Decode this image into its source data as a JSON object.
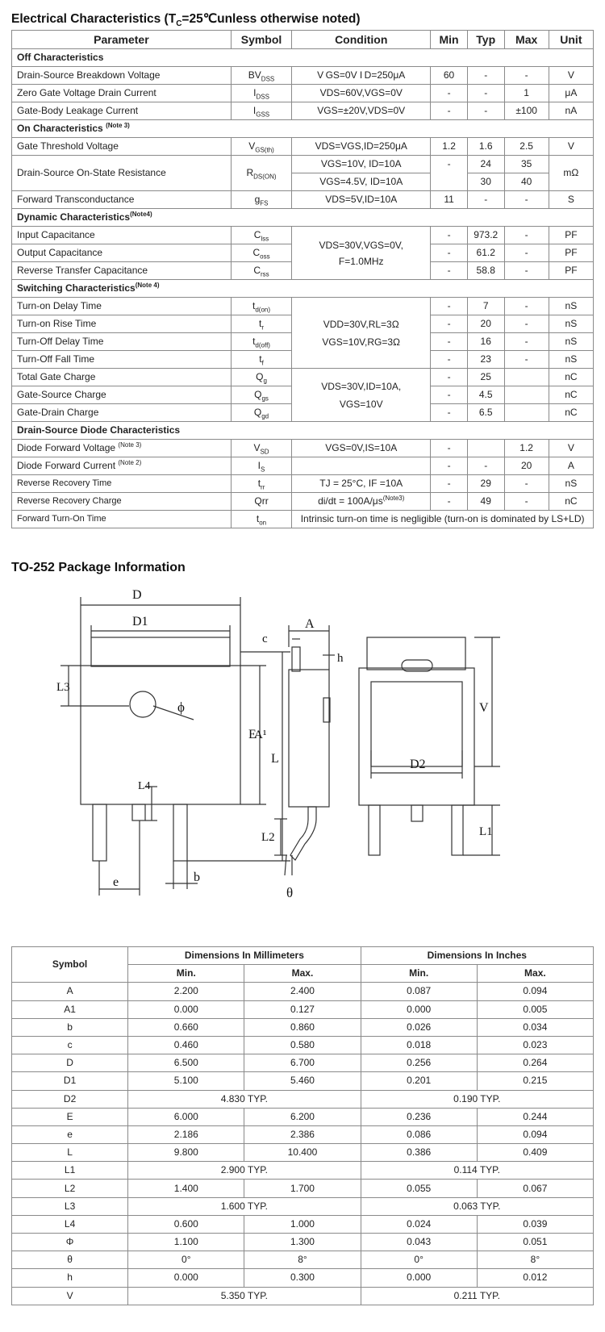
{
  "electrical": {
    "title_prefix": "Electrical Characteristics (T",
    "title_sub": "C",
    "title_suffix": "=25℃unless otherwise noted)",
    "headers": [
      "Parameter",
      "Symbol",
      "Condition",
      "Min",
      "Typ",
      "Max",
      "Unit"
    ],
    "sections": {
      "off": "Off Characteristics",
      "on": "On Characteristics",
      "on_note": "(Note 3)",
      "dynamic": "Dynamic Characteristics",
      "dynamic_note": "(Note4)",
      "switching": "Switching Characteristics",
      "switching_note": "(Note 4)",
      "diode": "Drain-Source Diode Characteristics"
    },
    "rows": {
      "bvdss": {
        "param": "Drain-Source Breakdown Voltage",
        "sym": "BV",
        "sym_sub": "DSS",
        "cond": "V GS=0V I D=250μA",
        "min": "60",
        "typ": "-",
        "max": "-",
        "unit": "V"
      },
      "idss": {
        "param": "Zero Gate Voltage Drain Current",
        "sym": "I",
        "sym_sub": "DSS",
        "cond": "VDS=60V,VGS=0V",
        "min": "-",
        "typ": "-",
        "max": "1",
        "unit": "μA"
      },
      "igss": {
        "param": "Gate-Body Leakage Current",
        "sym": "I",
        "sym_sub": "GSS",
        "cond": "VGS=±20V,VDS=0V",
        "min": "-",
        "typ": "-",
        "max": "±100",
        "unit": "nA"
      },
      "vth": {
        "param": "Gate Threshold Voltage",
        "sym": "V",
        "sym_sub": "GS(th)",
        "cond": "VDS=VGS,ID=250μA",
        "min": "1.2",
        "typ": "1.6",
        "max": "2.5",
        "unit": "V"
      },
      "rds": {
        "param": "Drain-Source On-State Resistance",
        "sym": "R",
        "sym_sub": "DS(ON)",
        "cond1": "VGS=10V, ID=10A",
        "cond2": "VGS=4.5V, ID=10A",
        "min": "-",
        "typ1": "24",
        "max1": "35",
        "typ2": "30",
        "max2": "40",
        "unit": "mΩ"
      },
      "gfs": {
        "param": "Forward Transconductance",
        "sym": "g",
        "sym_sub": "FS",
        "cond": "VDS=5V,ID=10A",
        "min": "11",
        "typ": "-",
        "max": "-",
        "unit": "S"
      },
      "ciss": {
        "param": "Input Capacitance",
        "sym": "C",
        "sym_sub": "lss",
        "min": "-",
        "typ": "973.2",
        "max": "-",
        "unit": "PF"
      },
      "coss": {
        "param": "Output Capacitance",
        "sym": "C",
        "sym_sub": "oss",
        "min": "-",
        "typ": "61.2",
        "max": "-",
        "unit": "PF"
      },
      "crss": {
        "param": "Reverse Transfer Capacitance",
        "sym": "C",
        "sym_sub": "rss",
        "min": "-",
        "typ": "58.8",
        "max": "-",
        "unit": "PF"
      },
      "cap_cond1": "VDS=30V,VGS=0V,",
      "cap_cond2": "F=1.0MHz",
      "tdon": {
        "param": "Turn-on Delay Time",
        "sym": "t",
        "sym_sub": "d(on)",
        "min": "-",
        "typ": "7",
        "max": "-",
        "unit": "nS"
      },
      "tr": {
        "param": "Turn-on Rise Time",
        "sym": "t",
        "sym_sub": "r",
        "min": "-",
        "typ": "20",
        "max": "-",
        "unit": "nS"
      },
      "tdoff": {
        "param": "Turn-Off Delay Time",
        "sym": "t",
        "sym_sub": "d(off)",
        "min": "-",
        "typ": "16",
        "max": "-",
        "unit": "nS"
      },
      "tf": {
        "param": "Turn-Off Fall Time",
        "sym": "t",
        "sym_sub": "f",
        "min": "-",
        "typ": "23",
        "max": "-",
        "unit": "nS"
      },
      "sw_cond1": "VDD=30V,RL=3Ω",
      "sw_cond2": "VGS=10V,RG=3Ω",
      "qg": {
        "param": "Total Gate Charge",
        "sym": "Q",
        "sym_sub": "g",
        "min": "-",
        "typ": "25",
        "max": "",
        "unit": "nC"
      },
      "qgs": {
        "param": "Gate-Source Charge",
        "sym": "Q",
        "sym_sub": "gs",
        "min": "-",
        "typ": "4.5",
        "max": "",
        "unit": "nC"
      },
      "qgd": {
        "param": "Gate-Drain Charge",
        "sym": "Q",
        "sym_sub": "gd",
        "min": "-",
        "typ": "6.5",
        "max": "",
        "unit": "nC"
      },
      "q_cond1": "VDS=30V,ID=10A,",
      "q_cond2": "VGS=10V",
      "vsd": {
        "param": "Diode Forward Voltage",
        "note": "(Note 3)",
        "sym": "V",
        "sym_sub": "SD",
        "cond": "VGS=0V,IS=10A",
        "min": "-",
        "typ": "",
        "max": "1.2",
        "unit": "V"
      },
      "is": {
        "param": "Diode Forward Current",
        "note": "(Note 2)",
        "sym": "I",
        "sym_sub": "S",
        "cond": "",
        "min": "-",
        "typ": "-",
        "max": "20",
        "unit": "A"
      },
      "trr": {
        "param": "Reverse Recovery Time",
        "sym": "t",
        "sym_sub": "rr",
        "cond": "TJ = 25°C, IF =10A",
        "min": "-",
        "typ": "29",
        "max": "-",
        "unit": "nS"
      },
      "qrr": {
        "param": "Reverse Recovery Charge",
        "sym": "Qrr",
        "cond": "di/dt = 100A/μs",
        "cond_note": "(Note3)",
        "min": "-",
        "typ": "49",
        "max": "-",
        "unit": "nC"
      },
      "ton": {
        "param": "Forward Turn-On Time",
        "sym": "t",
        "sym_sub": "on",
        "cond": "Intrinsic turn-on time is negligible (turn-on is dominated by LS+LD)"
      }
    }
  },
  "package": {
    "title": "TO-252 Package Information",
    "labels": {
      "D": "D",
      "D1": "D1",
      "L3": "L3",
      "phi": "ϕ",
      "E": "E",
      "L": "L",
      "L4": "L4",
      "e": "e",
      "b": "b",
      "A": "A",
      "c": "c",
      "h": "h",
      "A1": "A¹",
      "L2": "L2",
      "theta": "θ",
      "V": "V",
      "D2": "D2",
      "L1": "L1"
    }
  },
  "dimensions": {
    "symbol_header": "Symbol",
    "mm_header": "Dimensions In Millimeters",
    "in_header": "Dimensions In Inches",
    "min": "Min.",
    "max": "Max.",
    "rows": [
      {
        "sym": "A",
        "mm_min": "2.200",
        "mm_max": "2.400",
        "in_min": "0.087",
        "in_max": "0.094"
      },
      {
        "sym": "A1",
        "mm_min": "0.000",
        "mm_max": "0.127",
        "in_min": "0.000",
        "in_max": "0.005"
      },
      {
        "sym": "b",
        "mm_min": "0.660",
        "mm_max": "0.860",
        "in_min": "0.026",
        "in_max": "0.034"
      },
      {
        "sym": "c",
        "mm_min": "0.460",
        "mm_max": "0.580",
        "in_min": "0.018",
        "in_max": "0.023"
      },
      {
        "sym": "D",
        "mm_min": "6.500",
        "mm_max": "6.700",
        "in_min": "0.256",
        "in_max": "0.264"
      },
      {
        "sym": "D1",
        "mm_min": "5.100",
        "mm_max": "5.460",
        "in_min": "0.201",
        "in_max": "0.215"
      },
      {
        "sym": "D2",
        "mm_typ": "4.830 TYP.",
        "in_typ": "0.190 TYP."
      },
      {
        "sym": "E",
        "mm_min": "6.000",
        "mm_max": "6.200",
        "in_min": "0.236",
        "in_max": "0.244"
      },
      {
        "sym": "e",
        "mm_min": "2.186",
        "mm_max": "2.386",
        "in_min": "0.086",
        "in_max": "0.094"
      },
      {
        "sym": "L",
        "mm_min": "9.800",
        "mm_max": "10.400",
        "in_min": "0.386",
        "in_max": "0.409"
      },
      {
        "sym": "L1",
        "mm_typ": "2.900 TYP.",
        "in_typ": "0.114 TYP."
      },
      {
        "sym": "L2",
        "mm_min": "1.400",
        "mm_max": "1.700",
        "in_min": "0.055",
        "in_max": "0.067"
      },
      {
        "sym": "L3",
        "mm_typ": "1.600 TYP.",
        "in_typ": "0.063 TYP."
      },
      {
        "sym": "L4",
        "mm_min": "0.600",
        "mm_max": "1.000",
        "in_min": "0.024",
        "in_max": "0.039"
      },
      {
        "sym": "Φ",
        "mm_min": "1.100",
        "mm_max": "1.300",
        "in_min": "0.043",
        "in_max": "0.051"
      },
      {
        "sym": "θ",
        "mm_min": "0°",
        "mm_max": "8°",
        "in_min": "0°",
        "in_max": "8°"
      },
      {
        "sym": "h",
        "mm_min": "0.000",
        "mm_max": "0.300",
        "in_min": "0.000",
        "in_max": "0.012"
      },
      {
        "sym": "V",
        "mm_typ": "5.350 TYP.",
        "in_typ": "0.211 TYP."
      }
    ]
  }
}
